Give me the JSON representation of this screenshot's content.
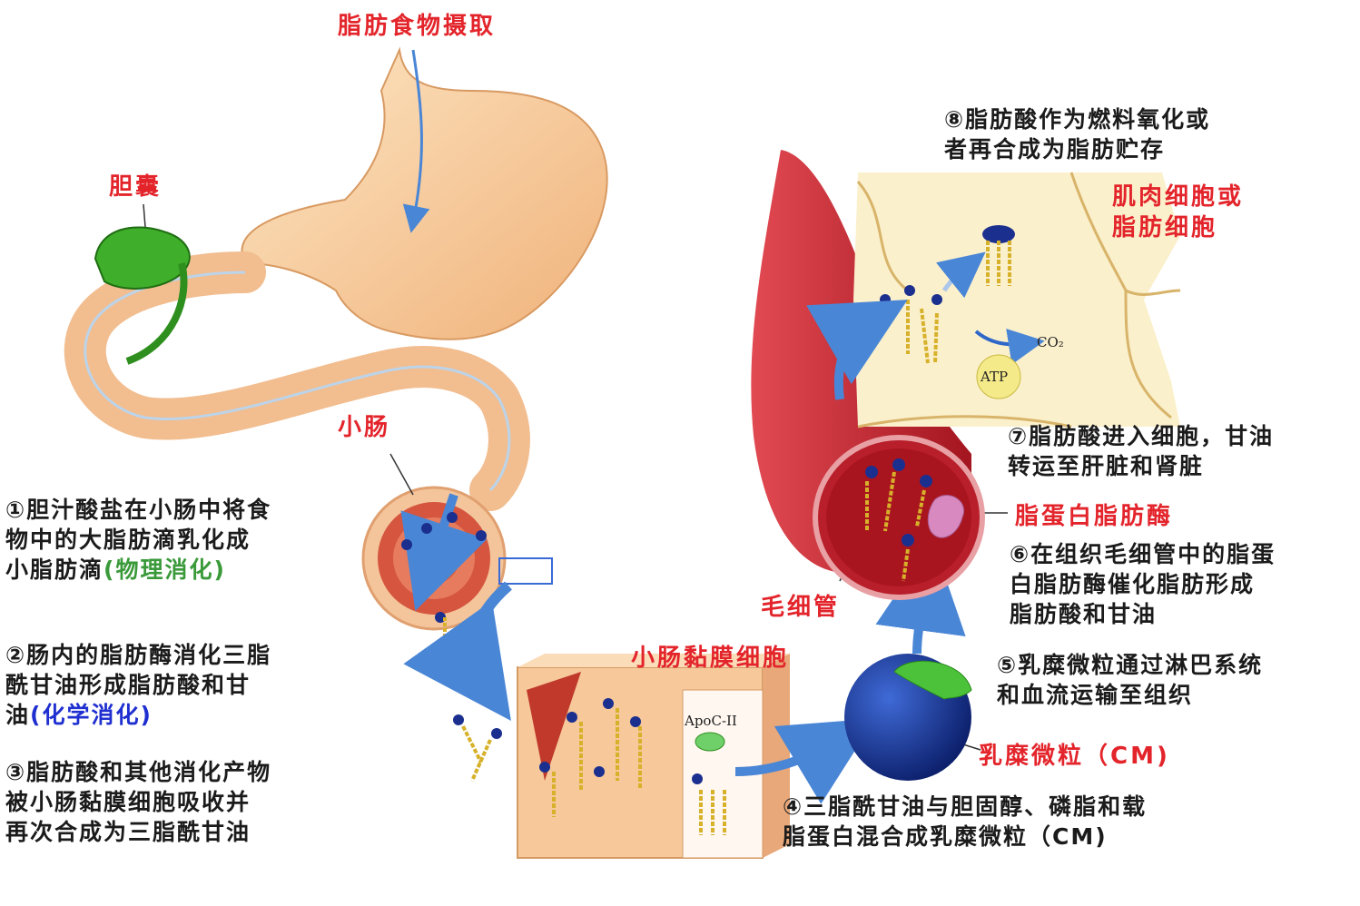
{
  "title": "脂肪食物摄取",
  "labels": {
    "gallbladder": "胆囊",
    "small_intestine": "小肠",
    "mucosal_cell": "小肠黏膜细胞",
    "capillary": "毛细管",
    "muscle_fat_cell": "肌肉细胞或\n脂肪细胞",
    "lipoprotein_lipase": "脂蛋白脂肪酶",
    "chylomicron": "乳糜微粒（CM)",
    "apoc": "ApoC-II",
    "co2": "CO₂",
    "atp": "ATP"
  },
  "steps": {
    "s1_main": "①胆汁酸盐在小肠中将食\n物中的大脂肪滴乳化成\n小脂肪滴",
    "s1_tag": "(物理消化)",
    "s2_main": "②肠内的脂肪酶消化三脂\n酰甘油形成脂肪酸和甘\n油",
    "s2_tag": "(化学消化)",
    "s3": "③脂肪酸和其他消化产物\n被小肠黏膜细胞吸收并\n再次合成为三脂酰甘油",
    "s4": "④三脂酰甘油与胆固醇、磷脂和载\n脂蛋白混合成乳糜微粒（CM)",
    "s5": "⑤乳糜微粒通过淋巴系统\n和血流运输至组织",
    "s6": "⑥在组织毛细管中的脂蛋\n白脂肪酶催化脂肪形成\n脂肪酸和甘油",
    "s7": "⑦脂肪酸进入细胞，甘油\n转运至肝脏和肾脏",
    "s8": "⑧脂肪酸作为燃料氧化或\n者再合成为脂肪贮存"
  },
  "colors": {
    "stomach": "#f6cf9e",
    "gallbladder": "#3fae2a",
    "vessel": "#c8202a",
    "arrow": "#4a86d6",
    "fatty_acid_head": "#1b2f8f",
    "tail": "#d7b12a",
    "cell_bg": "#fbf0cc",
    "enzyme": "#d88ac0",
    "chylomicron": "#1d3c9a"
  }
}
